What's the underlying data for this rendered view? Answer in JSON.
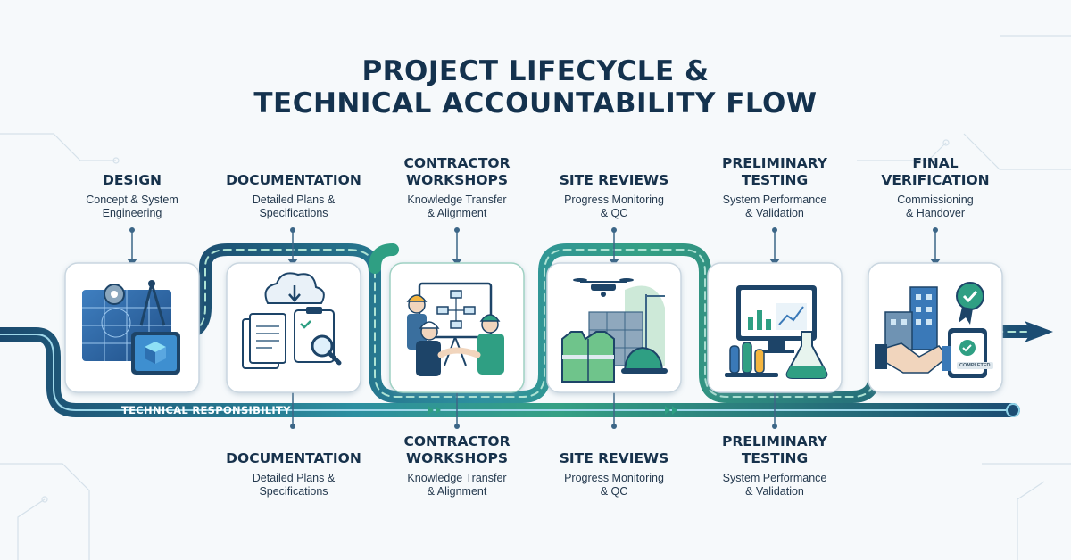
{
  "title_line1": "PROJECT LIFECYCLE &",
  "title_line2": "TECHNICAL ACCOUNTABILITY FLOW",
  "band_label": "TECHNICAL RESPONSIBILITY",
  "completed_chip": "COMPLETED",
  "top_labels": [
    {
      "heading": "DESIGN",
      "sub1": "Concept & System",
      "sub2": "Engineering"
    },
    {
      "heading": "DOCUMENTATION",
      "sub1": "Detailed Plans &",
      "sub2": "Specifications"
    },
    {
      "heading": "CONTRACTOR\nWORKSHOPS",
      "sub1": "Knowledge Transfer",
      "sub2": "& Alignment"
    },
    {
      "heading": "SITE REVIEWS",
      "sub1": "Progress Monitoring",
      "sub2": "& QC"
    },
    {
      "heading": "PRELIMINARY\nTESTING",
      "sub1": "System Performance",
      "sub2": "& Validation"
    },
    {
      "heading": "FINAL\nVERIFICATION",
      "sub1": "Commissioning",
      "sub2": "& Handover"
    }
  ],
  "bottom_labels": [
    {
      "heading": "DOCUMENTATION",
      "sub1": "Detailed Plans &",
      "sub2": "Specifications"
    },
    {
      "heading": "CONTRACTOR\nWORKSHOPS",
      "sub1": "Knowledge Transfer",
      "sub2": "& Alignment"
    },
    {
      "heading": "SITE REVIEWS",
      "sub1": "Progress Monitoring",
      "sub2": "& QC"
    },
    {
      "heading": "PRELIMINARY\nTESTING",
      "sub1": "System Performance",
      "sub2": "& Validation"
    }
  ],
  "colors": {
    "navy": "#1d4468",
    "teal": "#2f9f83",
    "blue": "#3a79b8",
    "ink": "#14324e"
  },
  "icons": [
    "blueprint-compass-icon",
    "documents-magnifier-icon",
    "workshop-handshake-icon",
    "drone-construction-icon",
    "lab-monitor-icon",
    "building-handshake-icon"
  ]
}
